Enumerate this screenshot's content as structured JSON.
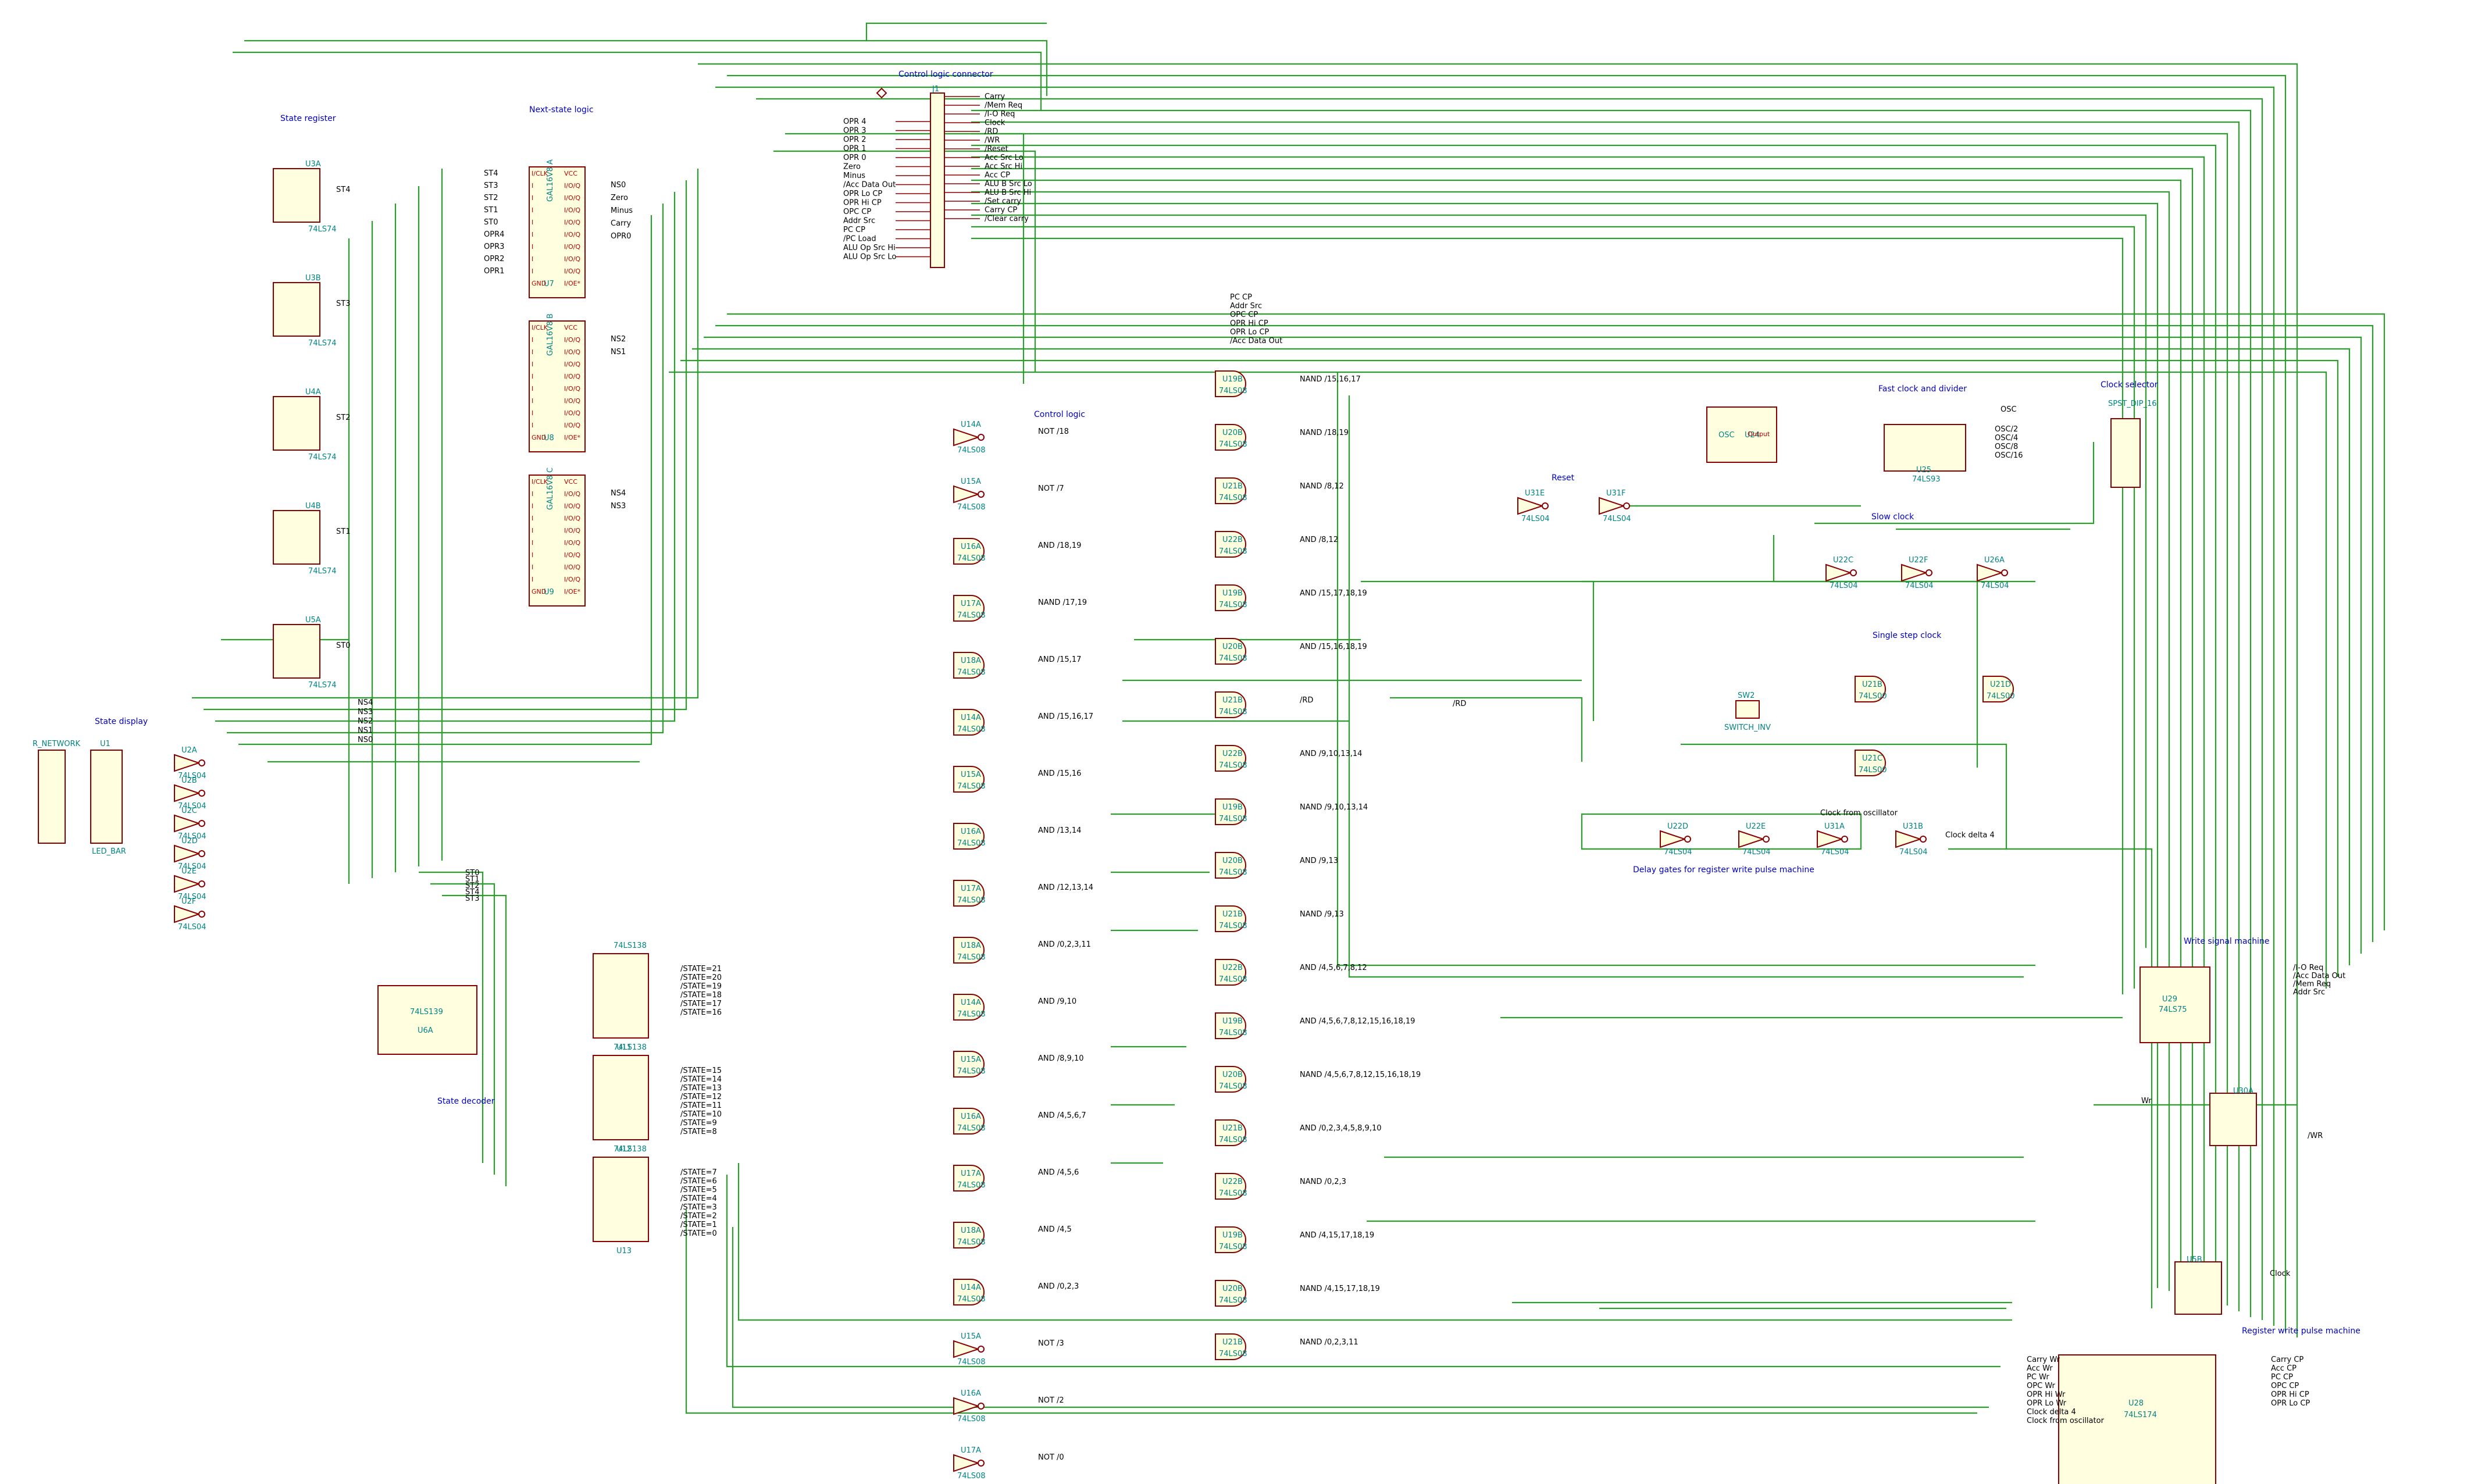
{
  "titles": {
    "connector": "Control logic connector",
    "state_register": "State register",
    "next_state": "Next-state logic",
    "state_display": "State display",
    "state_decoder": "State decoder",
    "control_logic": "Control logic",
    "reset": "Reset",
    "fast_clock": "Fast clock and divider",
    "clock_selector": "Clock selector",
    "slow_clock": "Slow clock",
    "single_step": "Single step clock",
    "write_machine": "Write signal machine",
    "pulse_machine": "Register write pulse machine",
    "delay_gates": "Delay gates for register write pulse machine",
    "clock_from_osc": "Clock from oscillator"
  },
  "connector": {
    "ref": "J1",
    "left_labels": [
      "OPR 4",
      "OPR 3",
      "OPR 2",
      "OPR 1",
      "OPR 0",
      "Zero",
      "Minus",
      "/Acc Data Out",
      "OPR Lo CP",
      "OPR Hi CP",
      "OPC CP",
      "Addr Src",
      "PC CP",
      "/PC Load",
      "ALU Op Src Hi",
      "ALU Op Src Lo"
    ],
    "right_labels": [
      "Carry",
      "/Mem Req",
      "/I-O Req",
      "Clock",
      "/RD",
      "/WR",
      "/Reset",
      "Acc Src Lo",
      "Acc Src Hi",
      "Acc CP",
      "ALU B Src Lo",
      "ALU B Src Hi",
      "/Set carry",
      "Carry CP",
      "/Clear carry"
    ]
  },
  "state_register": {
    "flops": [
      {
        "ref": "U3A",
        "q": "ST4",
        "part": "74LS74"
      },
      {
        "ref": "U3B",
        "q": "ST3",
        "part": "74LS74"
      },
      {
        "ref": "U4A",
        "q": "ST2",
        "part": "74LS74"
      },
      {
        "ref": "U4B",
        "q": "ST1",
        "part": "74LS74"
      },
      {
        "ref": "U5A",
        "q": "ST0",
        "part": "74LS74"
      }
    ]
  },
  "next_state": {
    "gals": [
      {
        "ref": "U7",
        "part": "GAL16V8 A",
        "inputs": [
          "ST4",
          "ST3",
          "ST2",
          "ST1",
          "ST0",
          "OPR4",
          "OPR3",
          "OPR2",
          "OPR1"
        ],
        "outputs": [
          "NS0",
          "Zero",
          "Minus",
          "Carry",
          "OPR0"
        ]
      },
      {
        "ref": "U8",
        "part": "GAL16V8 B",
        "inputs": [],
        "outputs": [
          "NS2",
          "NS1"
        ]
      },
      {
        "ref": "U9",
        "part": "GAL16V8 C",
        "inputs": [],
        "outputs": [
          "NS4",
          "NS3"
        ]
      }
    ],
    "pin_left": [
      "I/CLK",
      "I",
      "I",
      "I",
      "I",
      "I",
      "I",
      "I",
      "I",
      "GND"
    ],
    "pin_right": [
      "VCC",
      "I/O/Q",
      "I/O/Q",
      "I/O/Q",
      "I/O/Q",
      "I/O/Q",
      "I/O/Q",
      "I/O/Q",
      "I/O/Q",
      "I/OE*"
    ],
    "ns_bus": [
      "NS4",
      "NS3",
      "NS2",
      "NS1",
      "NS0"
    ]
  },
  "state_display": {
    "resistor_ref": "R_NETWORK",
    "bar_ref": "U1",
    "bar_part": "LED_BAR",
    "inverters": [
      "U2A",
      "U2B",
      "U2C",
      "U2D",
      "U2E",
      "U2F"
    ],
    "part": "74LS04"
  },
  "state_decoder": {
    "u6": {
      "ref": "U6A",
      "part": "74LS139"
    },
    "decoders": [
      {
        "ref": "U11",
        "part": "74LS138",
        "outputs": [
          "/STATE=21",
          "/STATE=20",
          "/STATE=19",
          "/STATE=18",
          "/STATE=17",
          "/STATE=16"
        ]
      },
      {
        "ref": "U12",
        "part": "74LS138",
        "outputs": [
          "/STATE=15",
          "/STATE=14",
          "/STATE=13",
          "/STATE=12",
          "/STATE=11",
          "/STATE=10",
          "/STATE=9",
          "/STATE=8"
        ]
      },
      {
        "ref": "U13",
        "part": "74LS138",
        "outputs": [
          "/STATE=7",
          "/STATE=6",
          "/STATE=5",
          "/STATE=4",
          "/STATE=3",
          "/STATE=2",
          "/STATE=1",
          "/STATE=0"
        ]
      }
    ],
    "st_labels": [
      "ST0",
      "ST1",
      "ST2",
      "ST4",
      "ST3"
    ]
  },
  "control_logic": {
    "nets_mid": [
      "NOT /18",
      "NOT /7",
      "AND /18,19",
      "NAND /17,19",
      "AND /15,17",
      "AND /15,16,17",
      "AND /15,16",
      "AND /13,14",
      "AND /12,13,14",
      "AND /0,2,3,11",
      "AND /9,10",
      "AND /8,9,10",
      "AND /4,5,6,7",
      "AND /4,5,6",
      "AND /4,5",
      "AND /0,2,3",
      "NOT /3",
      "NOT /2",
      "NOT /0"
    ],
    "nets_right": [
      "NAND /15,16,17",
      "NAND /18,19",
      "NAND /8,12",
      "AND /8,12",
      "AND /15,17,18,19",
      "AND /15,16,18,19",
      "/RD",
      "AND /9,10,13,14",
      "NAND /9,10,13,14",
      "AND /9,13",
      "NAND /9,13",
      "AND /4,5,6,7,8,12",
      "AND /4,5,6,7,8,12,15,16,18,19",
      "NAND /4,5,6,7,8,12,15,16,18,19",
      "AND /0,2,3,4,5,8,9,10",
      "NAND /0,2,3",
      "AND /4,15,17,18,19",
      "NAND /4,15,17,18,19",
      "NAND /0,2,3,11"
    ],
    "bus_labels": [
      "PC CP",
      "Addr Src",
      "OPC CP",
      "OPR Hi CP",
      "OPR Lo CP",
      "/Acc Data Out"
    ]
  },
  "clock": {
    "osc": {
      "ref": "U24",
      "part": "OSC",
      "out": "Output"
    },
    "divider": {
      "ref": "U25",
      "part": "74LS93",
      "outputs": [
        "OSC/2",
        "OSC/4",
        "OSC/8",
        "OSC/16"
      ]
    },
    "osc_net": "OSC",
    "selector": {
      "part": "SPST_DIP_16"
    },
    "single_step": {
      "switch": "SW2",
      "part": "SWITCH_INV"
    },
    "clock_delta": "Clock delta 4"
  },
  "write_machine": {
    "u29": {
      "ref": "U29",
      "part": "74LS75",
      "outputs": [
        "/I-O Req",
        "/Acc Data Out",
        "/Mem Req",
        "Addr Src"
      ]
    },
    "wr_ref": "U30A",
    "wr_out": "/WR",
    "wr_in": "Wr",
    "clock_ref": "U5B",
    "clock_net": "Clock"
  },
  "pulse_machine": {
    "u28": {
      "ref": "U28",
      "part": "74LS174"
    },
    "inputs": [
      "Carry Wr",
      "Acc Wr",
      "PC Wr",
      "OPC Wr",
      "OPR Hi Wr",
      "OPR Lo Wr",
      "Clock delta 4",
      "Clock from oscillator"
    ],
    "outputs": [
      "Carry CP",
      "Acc CP",
      "PC CP",
      "OPC CP",
      "OPR Hi CP",
      "OPR Lo CP"
    ]
  }
}
